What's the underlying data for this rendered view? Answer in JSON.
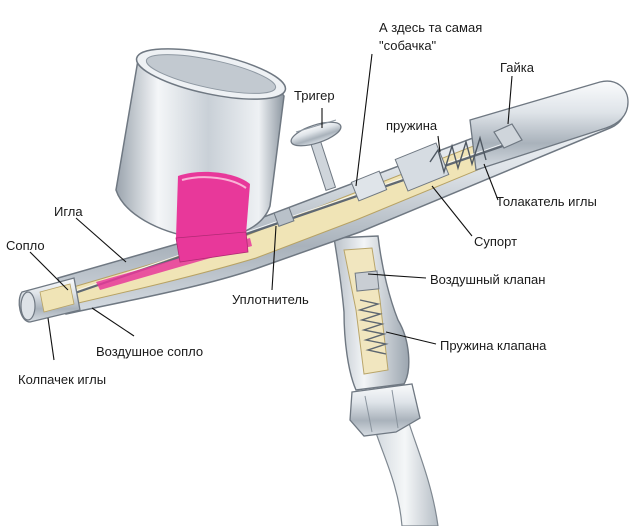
{
  "labels": {
    "dog_line1": "А здесь та самая",
    "dog_line2": "\"собачка\"",
    "trigger": "Тригер",
    "nut": "Гайка",
    "spring": "пружина",
    "needle": "Игла",
    "nozzle": "Сопло",
    "needle_pusher": "Толакатель иглы",
    "support": "Супорт",
    "air_valve": "Воздушный клапан",
    "seal": "Уплотнитель",
    "valve_spring": "Пружина клапана",
    "air_nozzle": "Воздушное сопло",
    "needle_cap": "Колпачек иглы"
  },
  "colors": {
    "paint": "#e8389a",
    "metal_light": "#eef1f4",
    "metal_dark": "#8e98a2",
    "brass": "#e9d9a3",
    "leader": "#111111"
  }
}
